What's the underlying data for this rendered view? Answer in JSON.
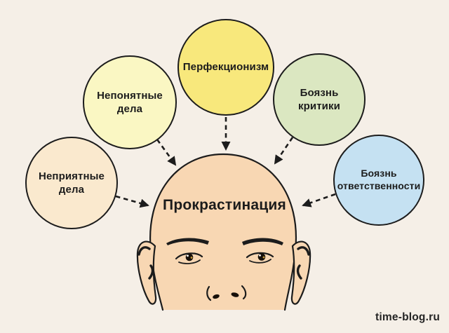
{
  "page": {
    "background_color": "#F5EFE7",
    "watermark": "time-blog.ru"
  },
  "diagram": {
    "title": "Прокрастинация",
    "outline_color": "#1C1C1C",
    "head_skin_color": "#F8D7B3",
    "arrow_color": "#1C1C1C",
    "causes": [
      {
        "label": "Неприятные дела",
        "lines": [
          "Неприятные",
          "дела"
        ],
        "color": "#FAE9CE"
      },
      {
        "label": "Непонятные дела",
        "lines": [
          "Непонятные",
          "дела"
        ],
        "color": "#FAF7C3"
      },
      {
        "label": "Перфекционизм",
        "lines": [
          "Перфекционизм"
        ],
        "color": "#F8E87C"
      },
      {
        "label": "Боязнь критики",
        "lines": [
          "Боязнь",
          "критики"
        ],
        "color": "#DBE7C1"
      },
      {
        "label": "Боязнь ответственности",
        "lines": [
          "Боязнь",
          "ответственности"
        ],
        "color": "#C5E1F2"
      }
    ]
  }
}
